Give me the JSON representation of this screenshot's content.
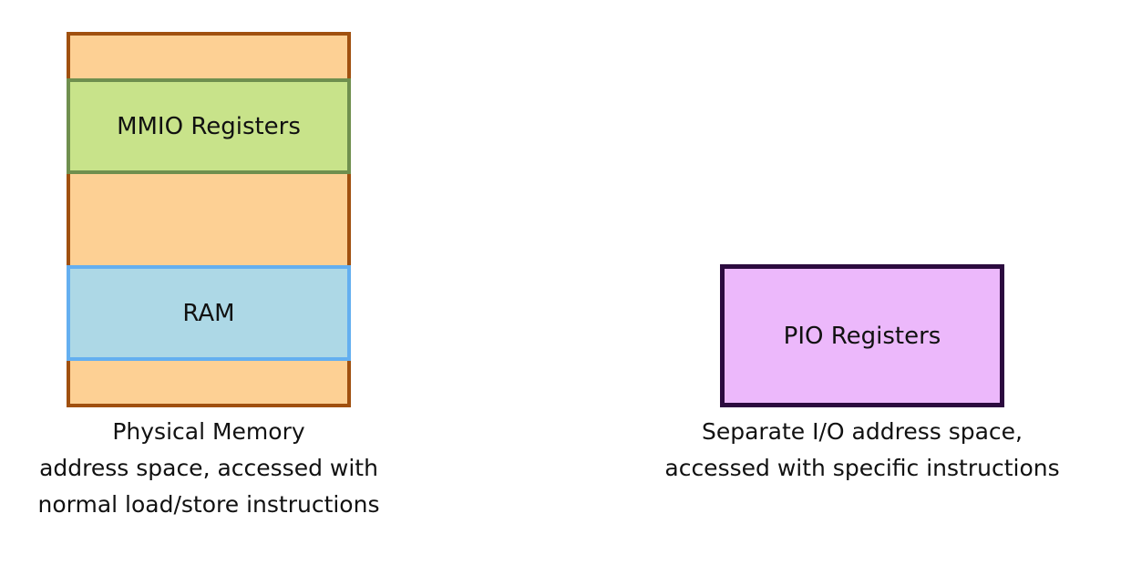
{
  "colors": {
    "physical_memory_fill": "#fdd094",
    "physical_memory_border": "#a0500f",
    "mmio_fill": "#c8e38a",
    "mmio_border": "#6f8f4e",
    "ram_fill": "#add8e6",
    "ram_border": "#64aff0",
    "pio_fill": "#ecb8fb",
    "pio_border": "#2c0b3f"
  },
  "physical_memory": {
    "blocks": {
      "mmio_label": "MMIO Registers",
      "ram_label": "RAM"
    },
    "caption": [
      "Physical Memory",
      "address space, accessed with",
      "normal load/store instructions"
    ]
  },
  "io_space": {
    "pio_label": "PIO Registers",
    "caption": [
      "Separate I/O address space,",
      "accessed with specific instructions"
    ]
  }
}
